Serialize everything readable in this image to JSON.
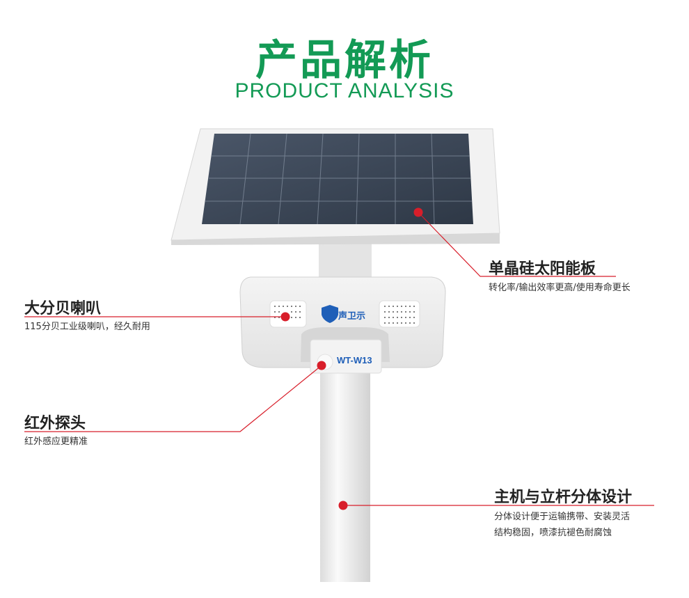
{
  "header": {
    "title_cn": "产品解析",
    "title_en": "PRODUCT ANALYSIS"
  },
  "product": {
    "brand_logo_text": "声卫示",
    "model": "WT-W13"
  },
  "callouts": [
    {
      "title": "单晶硅太阳能板",
      "lines": [
        "转化率/输出效率更高/使用寿命更长"
      ]
    },
    {
      "title": "大分贝喇叭",
      "lines": [
        "115分贝工业级喇叭，经久耐用"
      ]
    },
    {
      "title": "红外探头",
      "lines": [
        "红外感应更精准"
      ]
    },
    {
      "title": "主机与立杆分体设计",
      "lines": [
        "分体设计便于运输携带、安装灵活",
        "结构稳固，喷漆抗褪色耐腐蚀"
      ]
    }
  ],
  "colors": {
    "title_green": "#139a55",
    "accent_red": "#d81e2a",
    "brand_blue": "#1f5fb8"
  }
}
